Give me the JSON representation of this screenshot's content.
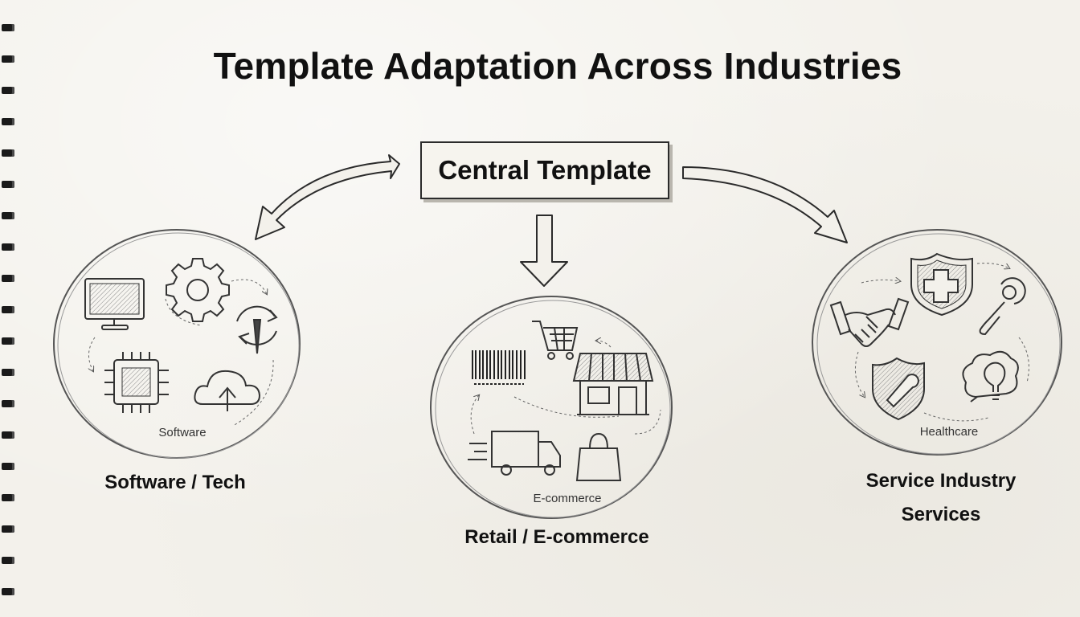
{
  "diagram": {
    "title": "Template Adaptation Across Industries",
    "center": "Central Template",
    "branches": [
      {
        "circle_label": "Software",
        "industry_label": "Software / Tech",
        "icons": [
          "monitor-icon",
          "gear-icon",
          "sync-icon",
          "chip-icon",
          "cloud-upload-icon"
        ]
      },
      {
        "circle_label": "E-commerce",
        "industry_label": "Retail / E-commerce",
        "icons": [
          "barcode-icon",
          "shopping-cart-icon",
          "storefront-icon",
          "delivery-truck-icon",
          "shopping-bag-icon"
        ]
      },
      {
        "circle_label": "Healthcare",
        "industry_label_line1": "Service Industry",
        "industry_label_line2": "Services",
        "icons": [
          "handshake-icon",
          "medical-shield-icon",
          "wrench-icon",
          "tool-shield-icon",
          "lightbulb-cloud-icon"
        ]
      }
    ]
  },
  "colors": {
    "ink": "#2b2b2b",
    "paper": "#f3f1eb",
    "binding": "#1a1a1a"
  }
}
